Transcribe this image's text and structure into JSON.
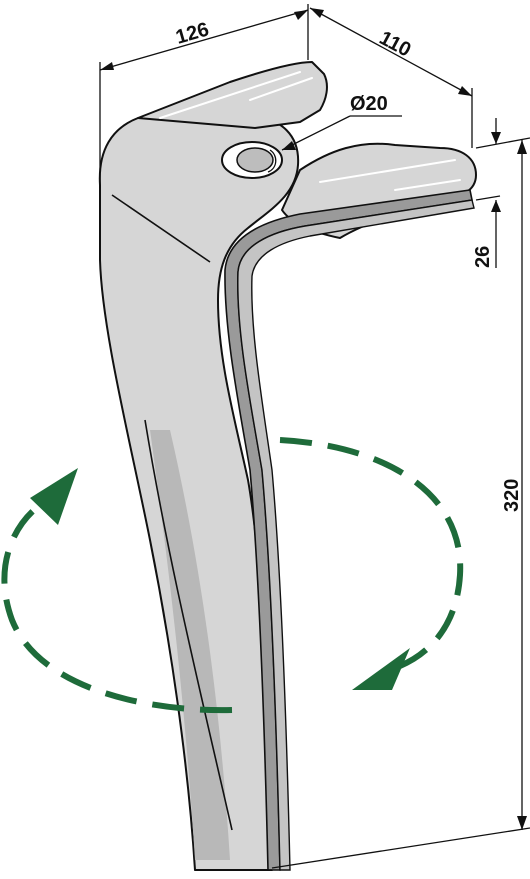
{
  "dimensions": {
    "width_left": "126",
    "width_right": "110",
    "hole_diameter": "Ø20",
    "thickness": "26",
    "height": "320"
  },
  "colors": {
    "steel": "#d6d6d6",
    "steel_shadow": "#b8b8b8",
    "groove_dark": "#9a9a9a",
    "outline": "#111111",
    "rotation_arrow": "#1e6b3a"
  },
  "icons": {
    "rotation": "circular-rotation-arrow-icon"
  }
}
